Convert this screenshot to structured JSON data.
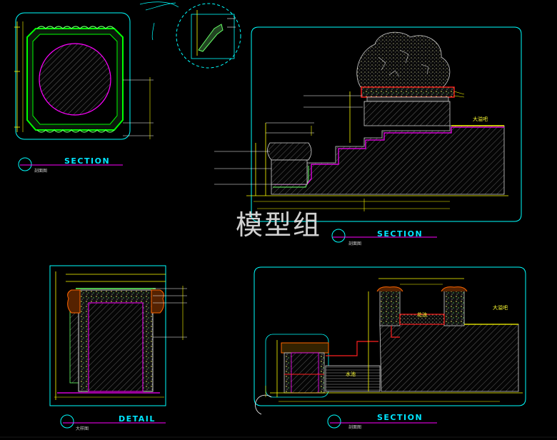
{
  "watermark": "模型组",
  "views": [
    {
      "title": "SECTION",
      "sublabel": "剖面图"
    },
    {
      "title": "SECTION",
      "sublabel": "剖面图"
    },
    {
      "title": "DETAIL",
      "sublabel": "大样图"
    },
    {
      "title": "SECTION",
      "sublabel": "剖面图"
    }
  ],
  "notes": {
    "fountain_label": "大溢吧",
    "planter_label": "花池",
    "water_label": "水池",
    "fountain_label_2": "大溢吧"
  },
  "colors": {
    "background": "#000000",
    "frame": "#00ffff",
    "wall": "#00ff00",
    "accent": "#ffff00",
    "magenta": "#ff00ff",
    "red": "#ff2020",
    "title": "#00e5ff"
  }
}
